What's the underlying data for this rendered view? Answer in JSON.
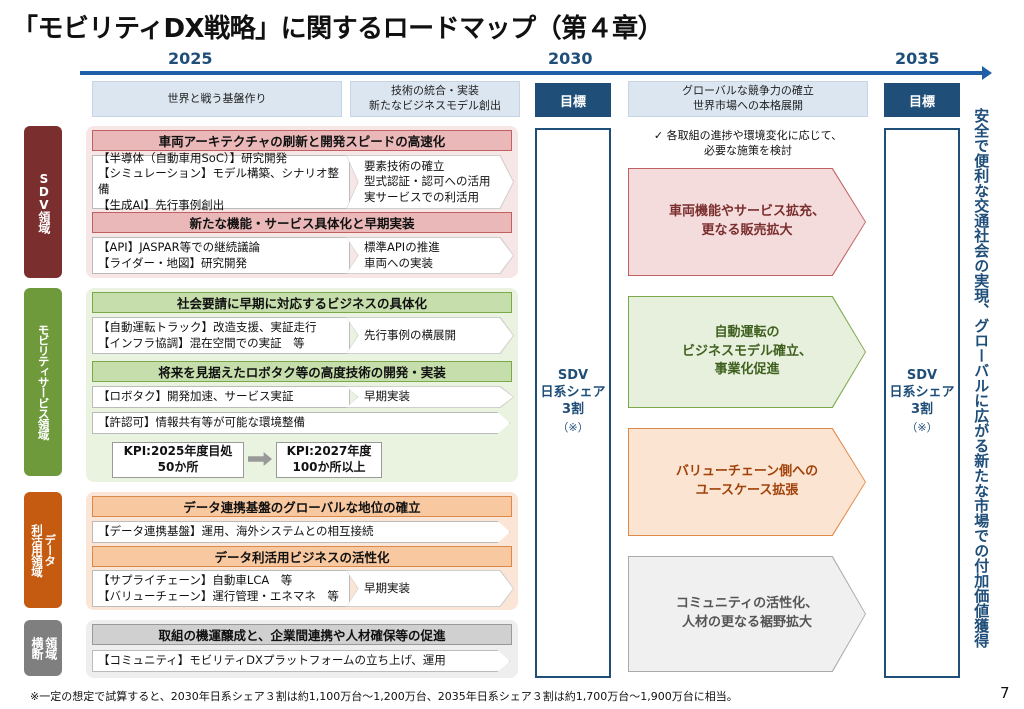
{
  "title": "「モビリティDX戦略」に関するロードマップ（第４章）",
  "years": [
    "2025",
    "2030",
    "2035"
  ],
  "phases": [
    "世界と戦う基盤作り",
    "技術の統合・実装\n新たなビジネスモデル創出",
    "グローバルな競争力の確立\n世界市場への本格展開"
  ],
  "goal_header": "目標",
  "note_check": "✓ 各取組の進捗や環境変化に応じて、\n必要な施策を検討",
  "goal_text": "SDV\n日系シェア\n3割",
  "goal_note": "（※）",
  "vision": "安全で便利な交通社会の実現、グローバルに広がる新たな市場での付加価値獲得",
  "sections": {
    "sdv": {
      "label": "SDV領域",
      "bar1": "車両アーキテクチャの刷新と開発スピードの高速化",
      "box1": [
        "【半導体（自動車用SoC）】研究開発",
        "【シミュレーション】モデル構築、シナリオ整備",
        "【生成AI】先行事例創出"
      ],
      "chev1": [
        "要素技術の確立",
        "型式認証・認可への活用",
        "実サービスでの利活用"
      ],
      "bar2": "新たな機能・サービス具体化と早期実装",
      "box2": [
        "【API】JASPAR等での継続議論",
        "【ライダー・地図】研究開発"
      ],
      "chev2": [
        "標準APIの推進",
        "車両への実装"
      ],
      "outcome": "車両機能やサービス拡充、\n更なる販売拡大"
    },
    "mobility": {
      "label": "モビリティサービス領域",
      "bar1": "社会要請に早期に対応するビジネスの具体化",
      "box1": [
        "【自動運転トラック】改造支援、実証走行",
        "【インフラ協調】混在空間での実証　等"
      ],
      "chev1": "先行事例の横展開",
      "bar2": "将来を見据えたロボタク等の高度技術の開発・実装",
      "box2": "【ロボタク】開発加速、サービス実証",
      "chev2": "早期実装",
      "box3": "【許認可】情報共有等が可能な環境整備",
      "kpi1": [
        "KPI:2025年度目処",
        "50か所"
      ],
      "kpi2": [
        "KPI:2027年度",
        "100か所以上"
      ],
      "outcome": "自動運転の\nビジネスモデル確立、\n事業化促進"
    },
    "data": {
      "label_a": "データ",
      "label_b": "利活用領域",
      "bar1": "データ連携基盤のグローバルな地位の確立",
      "box1": "【データ連携基盤】運用、海外システムとの相互接続",
      "bar2": "データ利活用ビジネスの活性化",
      "box2": [
        "【サプライチェーン】自動車LCA　等",
        "【バリューチェーン】運行管理・エネマネ　等"
      ],
      "chev2": "早期実装",
      "outcome": "バリューチェーン側への\nユースケース拡張"
    },
    "cross": {
      "label_a": "領域",
      "label_b": "横断",
      "bar1": "取組の機運醸成と、企業間連携や人材確保等の促進",
      "box1": "【コミュニティ】モビリティDXプラットフォームの立ち上げ、運用",
      "outcome": "コミュニティの活性化、\n人材の更なる裾野拡大"
    }
  },
  "footnote": "※一定の想定で試算すると、2030年日系シェア３割は約1,100万台～1,200万台、2035年日系シェア３割は約1,700万台～1,900万台に相当。",
  "page_number": "7",
  "colors": {
    "navy": "#1f4e79",
    "sdv": "#7a2e2e",
    "mobility": "#6f9a3c",
    "data": "#c55a11",
    "cross": "#7f7f7f"
  }
}
